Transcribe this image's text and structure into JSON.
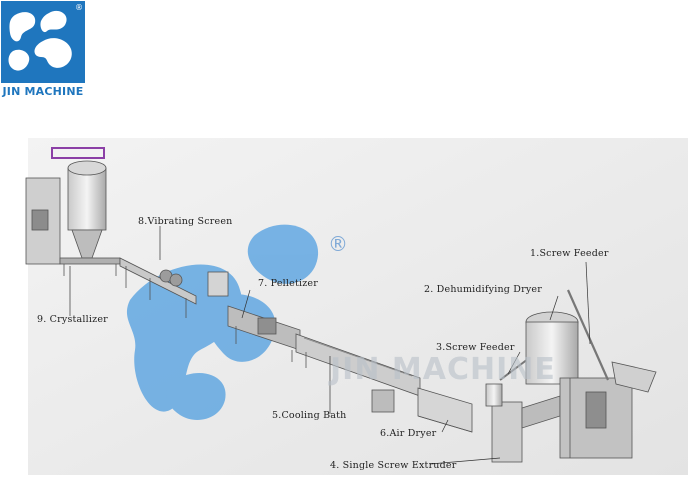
{
  "brand": {
    "name": "JIN MACHINE",
    "registered_mark": "®",
    "color": "#1f76be"
  },
  "watermark": {
    "registered_mark": "®",
    "text": "JIN MACHINE"
  },
  "labels": {
    "l1": "1.Screw Feeder",
    "l2": "2. Dehumidifying Dryer",
    "l3": "3.Screw Feeder",
    "l4": "4. Single Screw Extruder",
    "l5": "5.Cooling Bath",
    "l6": "6.Air Dryer",
    "l7": "7. Pelletizer",
    "l8": "8.Vibrating Screen",
    "l9": "9. Crystallizer"
  }
}
